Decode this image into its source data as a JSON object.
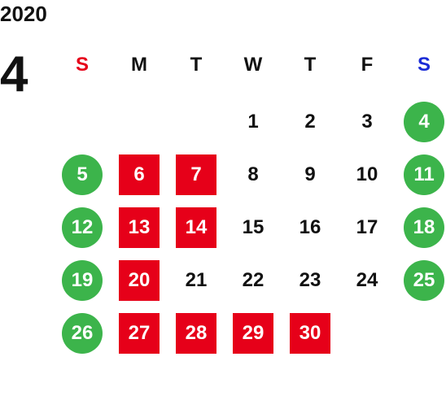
{
  "calendar": {
    "year": "2020",
    "month": "4",
    "weekdays": [
      {
        "label": "S",
        "color": "#e60019"
      },
      {
        "label": "M",
        "color": "#111111"
      },
      {
        "label": "T",
        "color": "#111111"
      },
      {
        "label": "W",
        "color": "#111111"
      },
      {
        "label": "T",
        "color": "#111111"
      },
      {
        "label": "F",
        "color": "#111111"
      },
      {
        "label": "S",
        "color": "#1a2bd6"
      }
    ],
    "legend_colors": {
      "holiday_circle": "#3cb44b",
      "closed_square": "#e60019"
    },
    "days": [
      {
        "day": "1",
        "row": 0,
        "col": 3,
        "style": "plain"
      },
      {
        "day": "2",
        "row": 0,
        "col": 4,
        "style": "plain"
      },
      {
        "day": "3",
        "row": 0,
        "col": 5,
        "style": "plain"
      },
      {
        "day": "4",
        "row": 0,
        "col": 6,
        "style": "green"
      },
      {
        "day": "5",
        "row": 1,
        "col": 0,
        "style": "green"
      },
      {
        "day": "6",
        "row": 1,
        "col": 1,
        "style": "red"
      },
      {
        "day": "7",
        "row": 1,
        "col": 2,
        "style": "red"
      },
      {
        "day": "8",
        "row": 1,
        "col": 3,
        "style": "plain"
      },
      {
        "day": "9",
        "row": 1,
        "col": 4,
        "style": "plain"
      },
      {
        "day": "10",
        "row": 1,
        "col": 5,
        "style": "plain"
      },
      {
        "day": "11",
        "row": 1,
        "col": 6,
        "style": "green"
      },
      {
        "day": "12",
        "row": 2,
        "col": 0,
        "style": "green"
      },
      {
        "day": "13",
        "row": 2,
        "col": 1,
        "style": "red"
      },
      {
        "day": "14",
        "row": 2,
        "col": 2,
        "style": "red"
      },
      {
        "day": "15",
        "row": 2,
        "col": 3,
        "style": "plain"
      },
      {
        "day": "16",
        "row": 2,
        "col": 4,
        "style": "plain"
      },
      {
        "day": "17",
        "row": 2,
        "col": 5,
        "style": "plain"
      },
      {
        "day": "18",
        "row": 2,
        "col": 6,
        "style": "green"
      },
      {
        "day": "19",
        "row": 3,
        "col": 0,
        "style": "green"
      },
      {
        "day": "20",
        "row": 3,
        "col": 1,
        "style": "red"
      },
      {
        "day": "21",
        "row": 3,
        "col": 2,
        "style": "plain"
      },
      {
        "day": "22",
        "row": 3,
        "col": 3,
        "style": "plain"
      },
      {
        "day": "23",
        "row": 3,
        "col": 4,
        "style": "plain"
      },
      {
        "day": "24",
        "row": 3,
        "col": 5,
        "style": "plain"
      },
      {
        "day": "25",
        "row": 3,
        "col": 6,
        "style": "green"
      },
      {
        "day": "26",
        "row": 4,
        "col": 0,
        "style": "green"
      },
      {
        "day": "27",
        "row": 4,
        "col": 1,
        "style": "red"
      },
      {
        "day": "28",
        "row": 4,
        "col": 2,
        "style": "red"
      },
      {
        "day": "29",
        "row": 4,
        "col": 3,
        "style": "red"
      },
      {
        "day": "30",
        "row": 4,
        "col": 4,
        "style": "red"
      }
    ]
  }
}
